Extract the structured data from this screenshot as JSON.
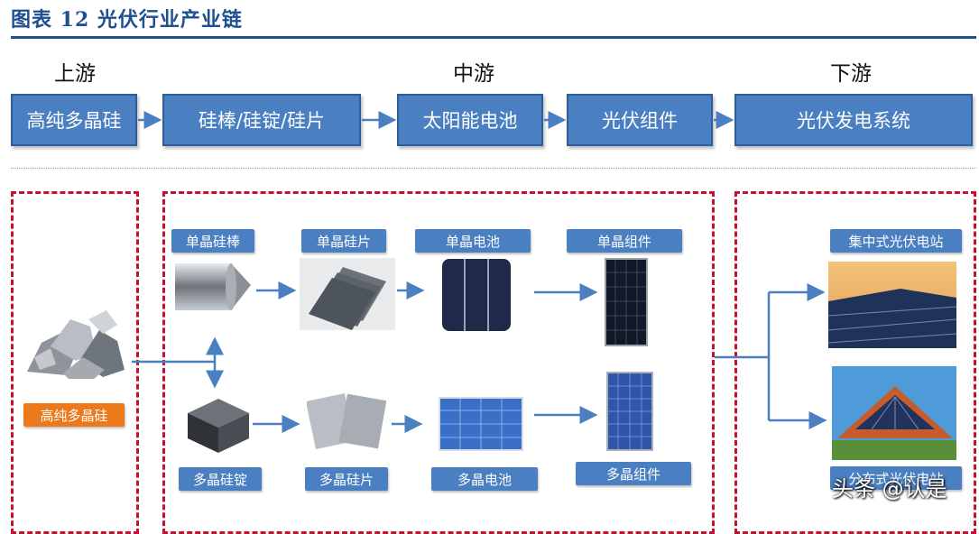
{
  "title": "图表 12 光伏行业产业链",
  "stages": {
    "upstream": "上游",
    "midstream": "中游",
    "downstream": "下游"
  },
  "flow": [
    "高纯多晶硅",
    "硅棒/硅锭/硅片",
    "太阳能电池",
    "光伏组件",
    "光伏发电系统"
  ],
  "labels": {
    "poly_silicon": "高纯多晶硅",
    "mono_rod": "单晶硅棒",
    "mono_wafer": "单晶硅片",
    "mono_cell": "单晶电池",
    "mono_module": "单晶组件",
    "multi_ingot": "多晶硅锭",
    "multi_wafer": "多晶硅片",
    "multi_cell": "多晶电池",
    "multi_module": "多晶组件",
    "central_pv": "集中式光伏电站",
    "distributed_pv": "分布式光伏电站"
  },
  "watermark": "头条 @认是",
  "colors": {
    "accent": "#1d4f91",
    "box": "#4a7fc1",
    "dash": "#c8102e",
    "orange": "#ec7a1c"
  }
}
